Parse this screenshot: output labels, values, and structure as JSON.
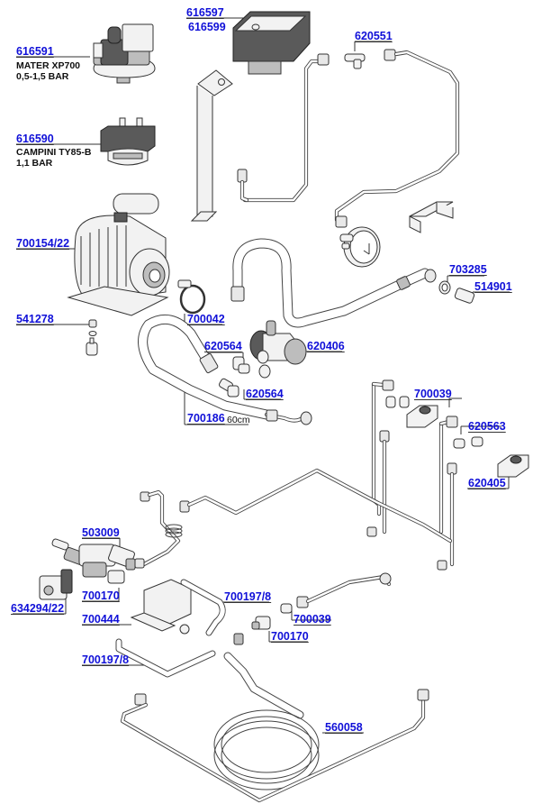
{
  "diagram": {
    "title": "Espresso machine hydraulic parts exploded view",
    "label_color": "#1010d8",
    "leader_color": "#333333"
  },
  "parts": {
    "p616591": {
      "code": "616591",
      "desc_line1": "MATER XP700",
      "desc_line2": "0,5-1,5 BAR"
    },
    "p616590": {
      "code": "616590",
      "desc_line1": "CAMPINI TY85-B",
      "desc_line2": "1,1 BAR"
    },
    "p616597": {
      "code": "616597"
    },
    "p616599": {
      "code": "616599"
    },
    "p620551": {
      "code": "620551"
    },
    "p700154": {
      "code": "700154/22"
    },
    "p541278": {
      "code": "541278"
    },
    "p700042": {
      "code": "700042"
    },
    "p703285": {
      "code": "703285"
    },
    "p514901": {
      "code": "514901"
    },
    "p620564a": {
      "code": "620564"
    },
    "p620406": {
      "code": "620406"
    },
    "p620564b": {
      "code": "620564"
    },
    "p700186": {
      "code": "700186",
      "length": "60cm"
    },
    "p700039a": {
      "code": "700039"
    },
    "p620563": {
      "code": "620563"
    },
    "p620405": {
      "code": "620405"
    },
    "p503009": {
      "code": "503009"
    },
    "p634294": {
      "code": "634294/22"
    },
    "p700170a": {
      "code": "700170"
    },
    "p700197a": {
      "code": "700197/8"
    },
    "p700444": {
      "code": "700444"
    },
    "p700039b": {
      "code": "700039"
    },
    "p700170b": {
      "code": "700170"
    },
    "p700197b": {
      "code": "700197/8"
    },
    "p560058": {
      "code": "560058"
    }
  }
}
